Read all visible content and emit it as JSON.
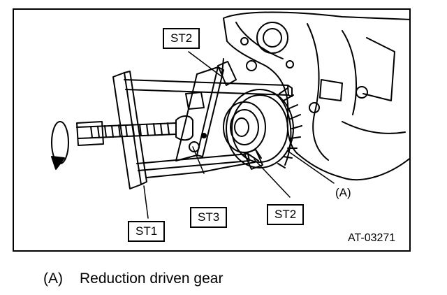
{
  "callouts": {
    "st2_top": "ST2",
    "st3": "ST3",
    "st2_bottom": "ST2",
    "st1": "ST1",
    "part_a": "(A)"
  },
  "figure_id": "AT-03271",
  "legend": {
    "key": "(A)",
    "description": "Reduction driven gear"
  }
}
